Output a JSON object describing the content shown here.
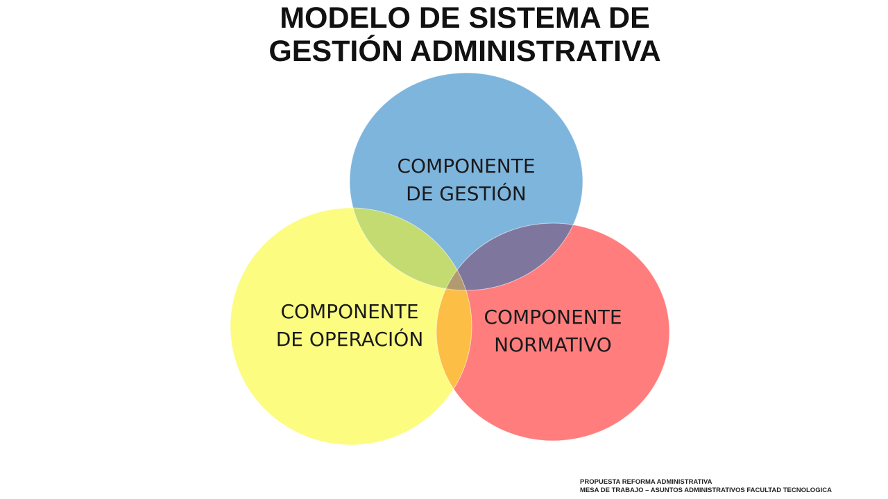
{
  "title": {
    "line1": "MODELO DE SISTEMA DE",
    "line2": "GESTIÓN ADMINISTRATIVA"
  },
  "circles": {
    "gestion": {
      "line1": "COMPONENTE",
      "line2": "DE GESTIÓN",
      "color": "#7EB5DD"
    },
    "operacion": {
      "line1": "COMPONENTE",
      "line2": "DE OPERACIÓN",
      "color": "#FCFC80"
    },
    "normativo": {
      "line1": "COMPONENTE",
      "line2": "NORMATIVO",
      "color": "#FF7D7D"
    }
  },
  "footer": {
    "line1": "PROPUESTA REFORMA ADMINISTRATIVA",
    "line2": "MESA DE TRABAJO – ASUNTOS ADMINISTRATIVOS  FACULTAD TECNOLOGICA"
  }
}
